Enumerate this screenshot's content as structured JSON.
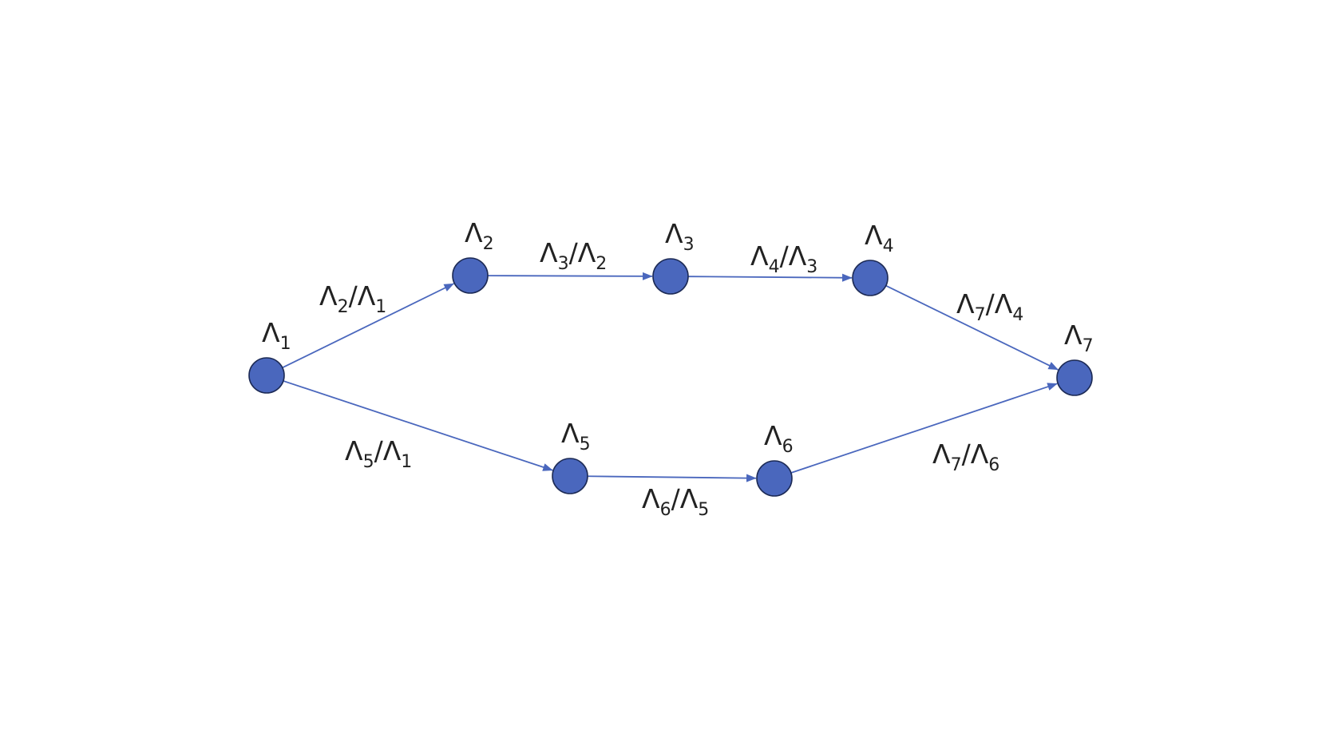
{
  "diagram": {
    "colors": {
      "node_fill": "#4a67bd",
      "node_stroke": "#1c2a55",
      "edge": "#4a67bd",
      "text": "#222222"
    },
    "nodes": [
      {
        "id": "n1",
        "symbol": "Λ",
        "sub": "1"
      },
      {
        "id": "n2",
        "symbol": "Λ",
        "sub": "2"
      },
      {
        "id": "n3",
        "symbol": "Λ",
        "sub": "3"
      },
      {
        "id": "n4",
        "symbol": "Λ",
        "sub": "4"
      },
      {
        "id": "n5",
        "symbol": "Λ",
        "sub": "5"
      },
      {
        "id": "n6",
        "symbol": "Λ",
        "sub": "6"
      },
      {
        "id": "n7",
        "symbol": "Λ",
        "sub": "7"
      }
    ],
    "edges": [
      {
        "from": "n1",
        "to": "n2",
        "num": "Λ",
        "num_sub": "2",
        "den": "Λ",
        "den_sub": "1"
      },
      {
        "from": "n2",
        "to": "n3",
        "num": "Λ",
        "num_sub": "3",
        "den": "Λ",
        "den_sub": "2"
      },
      {
        "from": "n3",
        "to": "n4",
        "num": "Λ",
        "num_sub": "4",
        "den": "Λ",
        "den_sub": "3"
      },
      {
        "from": "n4",
        "to": "n7",
        "num": "Λ",
        "num_sub": "7",
        "den": "Λ",
        "den_sub": "4"
      },
      {
        "from": "n1",
        "to": "n5",
        "num": "Λ",
        "num_sub": "5",
        "den": "Λ",
        "den_sub": "1"
      },
      {
        "from": "n5",
        "to": "n6",
        "num": "Λ",
        "num_sub": "6",
        "den": "Λ",
        "den_sub": "5"
      },
      {
        "from": "n6",
        "to": "n7",
        "num": "Λ",
        "num_sub": "7",
        "den": "Λ",
        "den_sub": "6"
      }
    ]
  }
}
